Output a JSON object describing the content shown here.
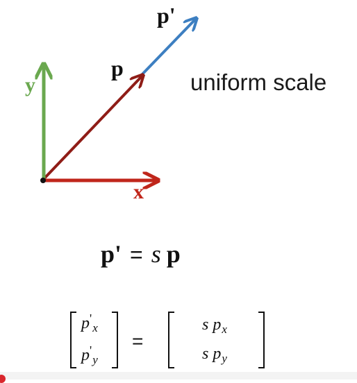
{
  "labels": {
    "p_prime": "p'",
    "p": "p",
    "y_axis": "y",
    "x_axis": "x",
    "title": "uniform scale"
  },
  "equation": {
    "lhs": "p'",
    "equals": "=",
    "scalar": "s",
    "rhs": "p"
  },
  "matrix_equation": {
    "lhs": [
      {
        "base": "p",
        "prime": "'",
        "sub": "x"
      },
      {
        "base": "p",
        "prime": "'",
        "sub": "y"
      }
    ],
    "equals": "=",
    "rhs": [
      {
        "scalar": "s",
        "base": "p",
        "sub": "x"
      },
      {
        "scalar": "s",
        "base": "p",
        "sub": "y"
      }
    ]
  },
  "colors": {
    "x_axis": "#c0261b",
    "y_axis": "#6aa84f",
    "p_vector": "#8f1d17",
    "p_prime_vector": "#3d7fc1",
    "origin": "#111111"
  }
}
